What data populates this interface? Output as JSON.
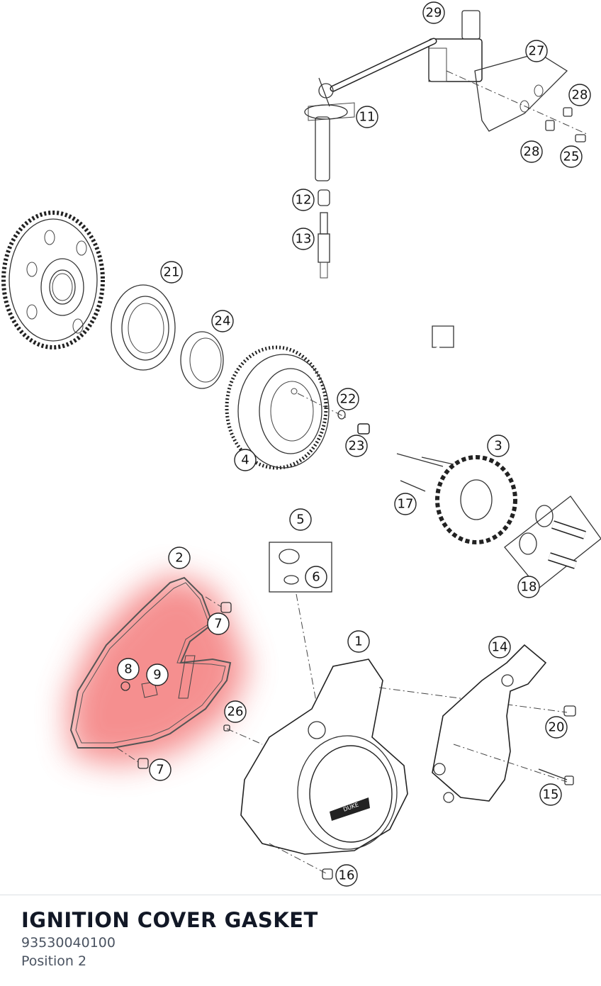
{
  "part": {
    "title": "IGNITION COVER GASKET",
    "number": "93530040100",
    "position_label": "Position 2"
  },
  "highlight": {
    "position": "2",
    "color": "#f26b6b"
  },
  "callouts": [
    "1",
    "2",
    "3",
    "4",
    "5",
    "6",
    "7",
    "7",
    "8",
    "9",
    "11",
    "12",
    "13",
    "14",
    "15",
    "16",
    "17",
    "18",
    "20",
    "21",
    "22",
    "23",
    "24",
    "25",
    "26",
    "27",
    "28",
    "28",
    "29"
  ],
  "cover_badge_text": "DUKE"
}
